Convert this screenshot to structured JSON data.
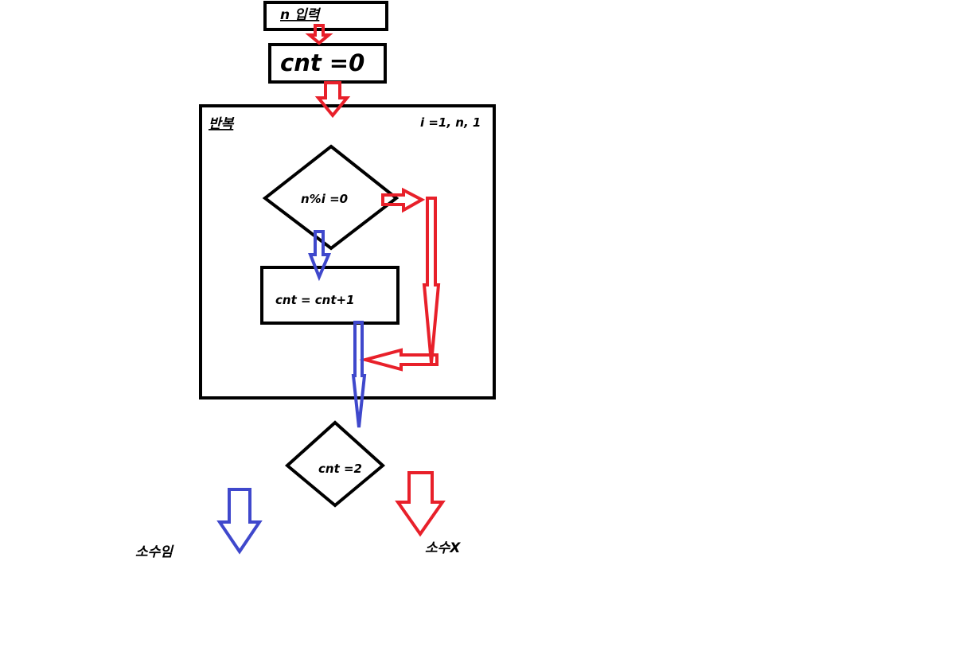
{
  "labels": {
    "input": "n 입력",
    "init": "cnt =0",
    "loop_title": "반복",
    "loop_range": "i =1, n, 1",
    "condition": "n%i =0",
    "increment": "cnt = cnt+1",
    "final_condition": "cnt =2",
    "result_prime": "소수임",
    "result_not_prime": "소수X"
  },
  "colors": {
    "stroke": "#000000",
    "arrow_red": "#e8202a",
    "arrow_blue": "#3f48cc",
    "background": "#ffffff"
  }
}
